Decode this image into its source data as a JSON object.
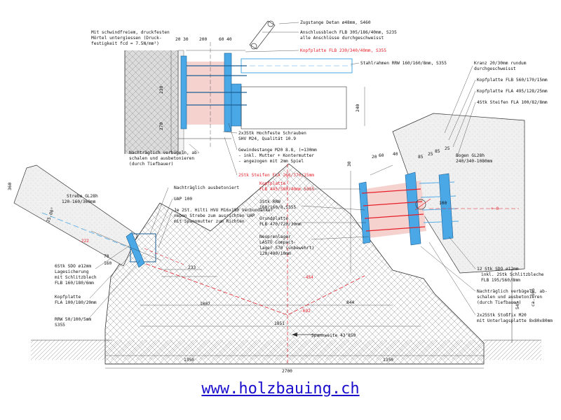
{
  "colors": {
    "steel_blue": "#4aa8e6",
    "red": "#e4202a",
    "plate_pink": "#f6d2cf",
    "concrete": "#e2e2e2",
    "hatch": "#8a8a8a"
  },
  "detail": {
    "ann_zugstange": "Zugstange Detan ø48mm, S460",
    "ann_anschluss_1": "Anschlussblech FLB 305/186/40mm, S235",
    "ann_anschluss_2": "alle Anschlüsse durchgeschweisst",
    "ann_kopfplatte_red": "Kopfplatte FLB 230/340/40mm, S355",
    "ann_stahlrahmen": "Stahlrahmen RRW 160/160/8mm, S355",
    "ann_moertel_1": "Mit schwindfreiem, druckfesten",
    "ann_moertel_2": "Mörtel untergiessen (Druck-",
    "ann_moertel_3": "festigkeit fcd = 7.5N/mm²)",
    "ann_schrauben_1": "2x3Stk Hochfeste Schrauben",
    "ann_schrauben_2": "SHV M24, Qualität 10.9",
    "ann_gewinde_1": "Gewindestange M20 8.8, (=130mm",
    "ann_gewinde_2": "- inkl. Mutter + Kontermutter",
    "ann_gewinde_3": "- angezogen mit 2mm Spiel",
    "ann_verbuegeln_1": "Nachträglich verbügeln, ab-",
    "ann_verbuegeln_2": "schalen und ausbetonieren",
    "ann_verbuegeln_3": "(durch Tiefbauer)",
    "ann_steifen_red": "2Stk Steifen FLA 260/370/15mm",
    "dims_top": [
      "20 30",
      "200",
      "60 40"
    ],
    "dims_left": [
      "230",
      "270"
    ],
    "dim_right": "240"
  },
  "left": {
    "strebe_1": "Strebe GL28h",
    "strebe_2": "120-160/360mm",
    "dim_360": "360",
    "dim_angle": "25.00°",
    "ann_nachtraeglich": "Nachträglich ausbetoniert",
    "ann_uap": "UAP 100",
    "ann_hilti_1": "Je 2St. Hilti HVU M16x190 Verbundanker",
    "ann_hilti_2": "neben Strebe zum ausrichten UAP",
    "ann_hilti_3": "mit Spannmutter zum Richten",
    "ann_sdo_1": "6Stk SDO ø12mm",
    "ann_sdo_2": "Lagesicherung",
    "ann_sdo_3": "mit Schlitzblech",
    "ann_sdo_4": "FLB 160/180/6mm",
    "ann_kopf_1": "Kopfplatte",
    "ann_kopf_2": "FLA 100/180/20mm",
    "ann_rrw_1": "RRW 50/100/5mm",
    "ann_rrw_2": "S355",
    "level_left": "-222",
    "dims_left_small": [
      "70",
      "160"
    ]
  },
  "center": {
    "ann_kopfplatte_red": "Kopfplatte",
    "ann_kopfplatte_red_2": "FLB 445/560/40mm S355",
    "ann_3stk_1": "3Stk RRW",
    "ann_3stk_2": "160/160/8,S355",
    "ann_grund_1": "Grundplatte",
    "ann_grund_2": "FLB 470/720/30mm",
    "ann_neo_1": "Neoprenlager",
    "ann_neo_2": "LASTO Compact-",
    "ann_neo_3": "lager S70 (unbewehrt)",
    "ann_neo_4": "120/490/10mm",
    "dims_top": [
      "30",
      "20",
      "60",
      "40"
    ],
    "dim_233": "233",
    "dim_1007": "1007",
    "dim_1851": "1851",
    "dim_844": "844",
    "level_454": "-454",
    "level_692": "-692",
    "ann_spannweite": "Spannweite 43'850",
    "dim_1350_left": "1350",
    "dim_1350_right": "1350",
    "dim_2700": "2700",
    "dim_545": "545"
  },
  "right": {
    "ann_kranz_1": "Kranz 20/30mm rundum",
    "ann_kranz_2": "durchgeschweisst",
    "ann_kopf1": "Kopfplatte FLB 560/170/15mm",
    "ann_kopf2": "Kopfplatte FLA 495/128/25mm",
    "ann_steifen": "4Stk Steifen FLA 100/82/8mm",
    "bogen_1": "Bogen GL28h",
    "bogen_2": "240/340-1080mm",
    "dims_top": [
      "85",
      "25",
      "85",
      "25"
    ],
    "level_0": "+ 0",
    "ann_sdo_1": "12 Stk SDO ø12mm",
    "ann_sdo_2": "inkl. 2Stk Schlitzbleche",
    "ann_sdo_3": "FLB 195/560/8mm",
    "ann_verb_1": "Nachträglich verbügeln, ab-",
    "ann_verb_2": "schalen und ausbetonieren",
    "ann_verb_3": "(durch Tiefbauer)",
    "ann_stoss_1": "2x25Stk Stoßfix M20",
    "ann_stoss_2": "mit Unterlagsplatte 8x80x80mm",
    "dim_ca": "ca. 565",
    "dim_100": "100"
  },
  "footer": {
    "link_text": "www.holzbauing.ch"
  }
}
